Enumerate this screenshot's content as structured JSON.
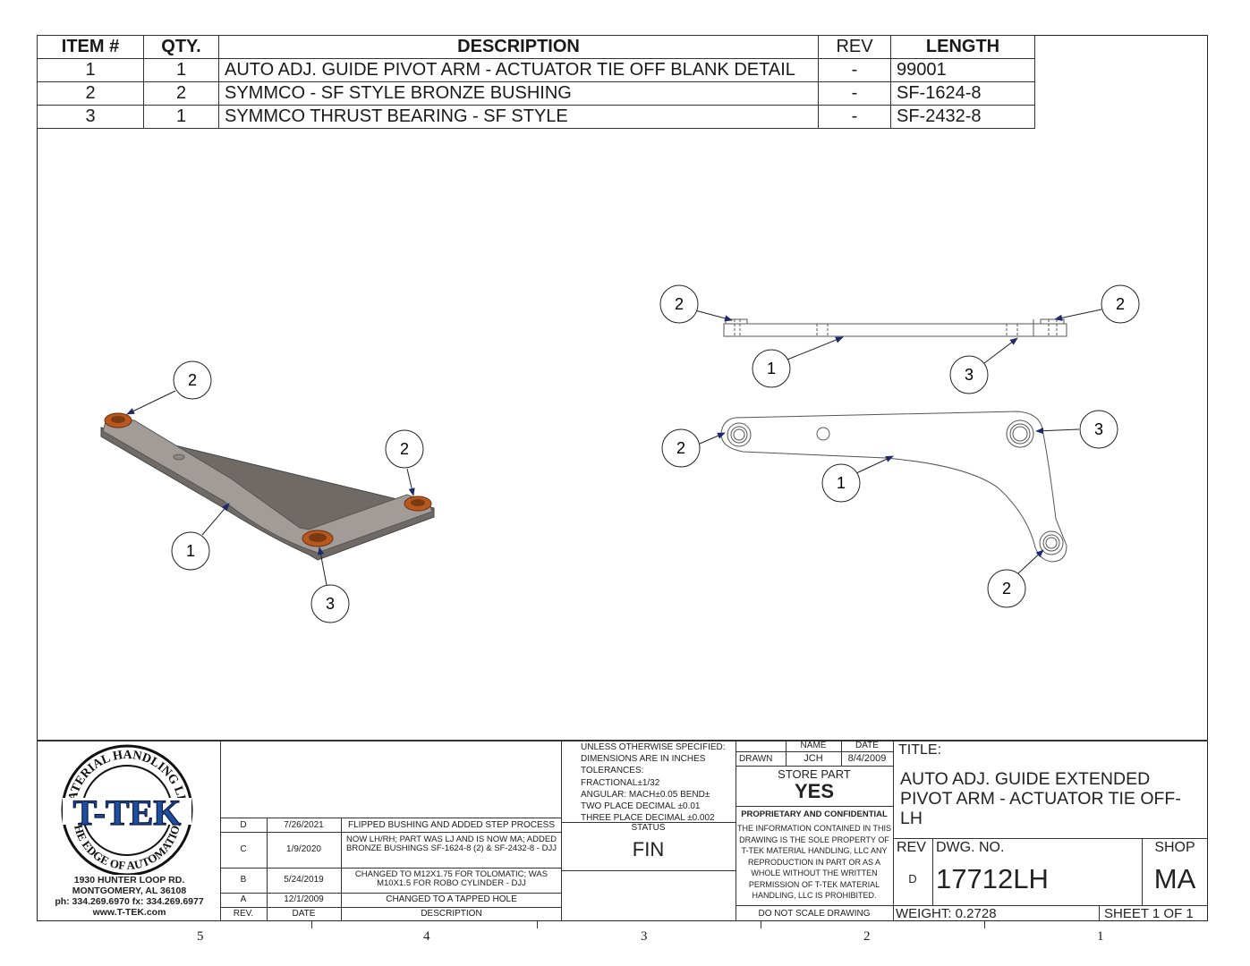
{
  "bom": {
    "headers": {
      "item": "ITEM #",
      "qty": "QTY.",
      "description": "DESCRIPTION",
      "rev": "REV",
      "length": "LENGTH"
    },
    "rows": [
      {
        "item": "1",
        "qty": "1",
        "description": "AUTO ADJ. GUIDE PIVOT ARM - ACTUATOR TIE OFF BLANK DETAIL",
        "rev": "-",
        "length": "99001"
      },
      {
        "item": "2",
        "qty": "2",
        "description": "SYMMCO - SF STYLE BRONZE BUSHING",
        "rev": "-",
        "length": "SF-1624-8"
      },
      {
        "item": "3",
        "qty": "1",
        "description": "SYMMCO THRUST BEARING - SF STYLE",
        "rev": "-",
        "length": "SF-2432-8"
      }
    ]
  },
  "balloons": {
    "iso": [
      "2",
      "2",
      "1",
      "3"
    ],
    "top_view": [
      "2",
      "2",
      "1",
      "3"
    ],
    "front_view": [
      "2",
      "3",
      "1",
      "2"
    ]
  },
  "company": {
    "logo_top": "MATERIAL HANDLING LLC",
    "logo_main": "T-TEK",
    "logo_bottom": "THE EDGE OF AUTOMATION",
    "address1": "1930 HUNTER LOOP RD.",
    "address2": "MONTGOMERY, AL  36108",
    "phone": "ph: 334.269.6970 fx: 334.269.6977",
    "web": "www.T-TEK.com"
  },
  "revisions": {
    "headers": {
      "rev": "REV.",
      "date": "DATE",
      "description": "DESCRIPTION"
    },
    "rows": [
      {
        "rev": "D",
        "date": "7/26/2021",
        "description": "FLIPPED BUSHING AND ADDED STEP PROCESS"
      },
      {
        "rev": "C",
        "date": "1/9/2020",
        "description": "NOW LH/RH; PART WAS LJ AND IS NOW MA; ADDED BRONZE BUSHINGS SF-1624-8 (2) & SF-2432-8 - DJJ"
      },
      {
        "rev": "B",
        "date": "5/24/2019",
        "description": "CHANGED TO M12X1.75 FOR TOLOMATIC; WAS M10X1.5 FOR ROBO CYLINDER - DJJ"
      },
      {
        "rev": "A",
        "date": "12/1/2009",
        "description": "CHANGED TO A TAPPED HOLE"
      }
    ]
  },
  "tolerances": {
    "line1": "UNLESS OTHERWISE SPECIFIED:",
    "line2": "DIMENSIONS ARE IN INCHES",
    "line3": "TOLERANCES:",
    "line4": "FRACTIONAL±1/32",
    "line5": "ANGULAR: MACH±0.05 BEND±",
    "line6": "TWO PLACE DECIMAL   ±0.01",
    "line7": "THREE PLACE DECIMAL ±0.002",
    "status_label": "STATUS",
    "status_value": "FIN"
  },
  "drawn": {
    "name_label": "NAME",
    "date_label": "DATE",
    "drawn_label": "DRAWN",
    "name": "JCH",
    "date": "8/4/2009",
    "store_part_label": "STORE PART",
    "store_part_value": "YES",
    "proprietary_title": "PROPRIETARY AND CONFIDENTIAL",
    "proprietary_text": "THE INFORMATION CONTAINED IN THIS DRAWING IS THE SOLE PROPERTY OF T-TEK MATERIAL HANDLING, LLC ANY REPRODUCTION IN PART OR AS A WHOLE WITHOUT THE WRITTEN PERMISSION OF T-TEK MATERIAL HANDLING, LLC IS PROHIBITED.",
    "do_not_scale": "DO NOT SCALE DRAWING"
  },
  "title_block": {
    "title_label": "TITLE:",
    "title": "AUTO ADJ. GUIDE EXTENDED PIVOT ARM - ACTUATOR TIE OFF-LH",
    "rev_label": "REV",
    "dwg_label": "DWG.  NO.",
    "shop_label": "SHOP",
    "rev": "D",
    "dwg_no": "17712LH",
    "shop": "MA",
    "weight": "WEIGHT: 0.2728",
    "sheet": "SHEET 1 OF 1"
  },
  "zones": [
    "5",
    "4",
    "3",
    "2",
    "1"
  ],
  "colors": {
    "line": "#222222",
    "bronze": "#b8581e",
    "part_gray": "#9a9591",
    "arrow": "#1b2a6b",
    "logo_blue": "#1f4fa0"
  }
}
